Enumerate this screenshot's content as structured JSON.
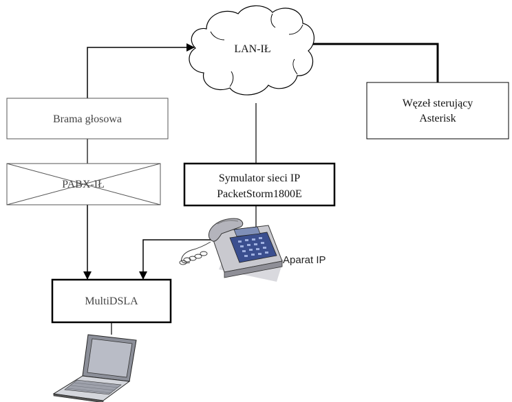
{
  "nodes": {
    "lan": {
      "label": "LAN-IŁ"
    },
    "gateway": {
      "label": "Brama głosowa"
    },
    "pabx": {
      "label": "PABX-IŁ"
    },
    "controller": {
      "line1": "Węzeł sterujący",
      "line2": "Asterisk"
    },
    "simulator": {
      "line1": "Symulator sieci IP",
      "line2": "PacketStorm1800E"
    },
    "ip_phone": {
      "label": "Aparat IP",
      "icon": "ip-phone-icon"
    },
    "multidsla": {
      "label": "MultiDSLA"
    },
    "laptop": {
      "icon": "laptop-icon"
    }
  },
  "colors": {
    "line": "#000000",
    "box_border_light": "#555555",
    "box_border_dark": "#000000",
    "phone_body": "#c9c9cf",
    "phone_keypad": "#3b4f8f",
    "laptop_screen": "#b9bcc6"
  }
}
